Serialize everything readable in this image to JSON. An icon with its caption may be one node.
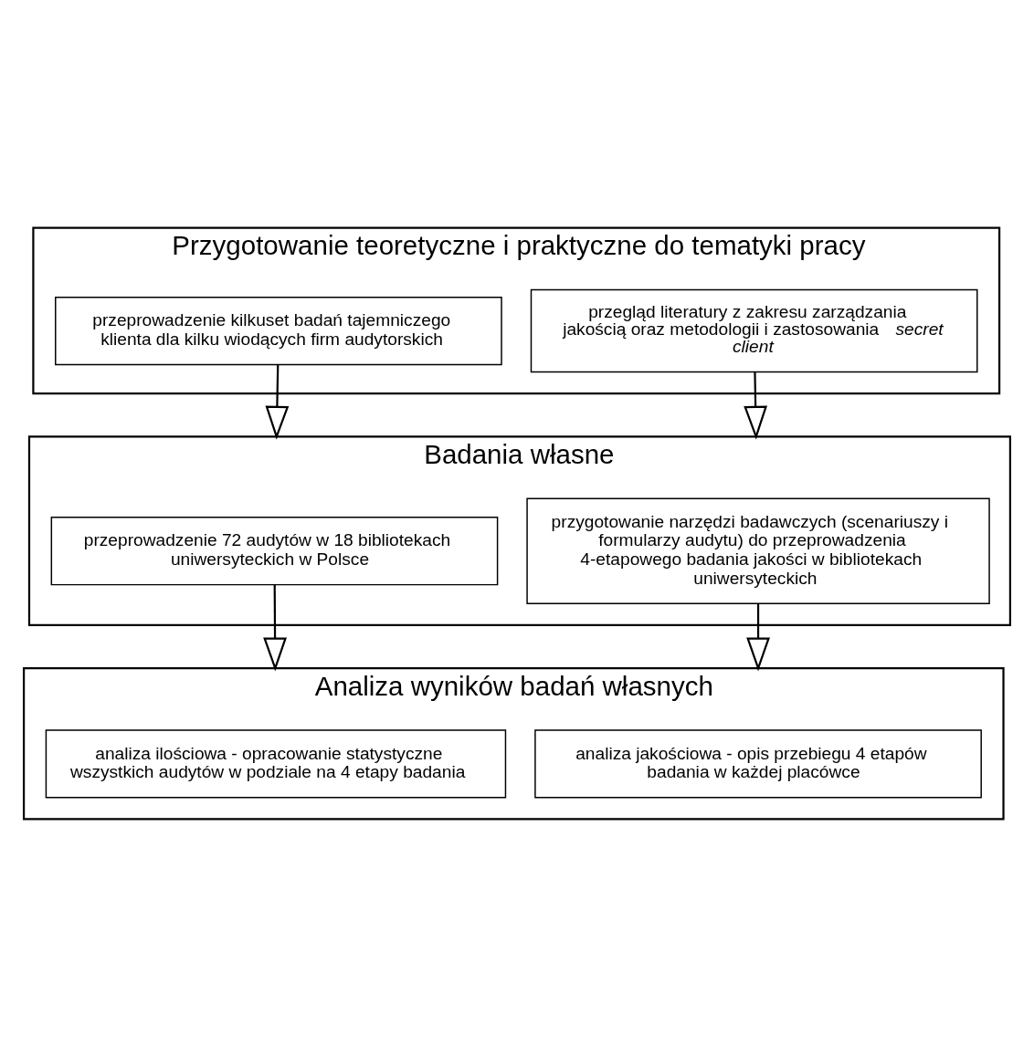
{
  "diagram": {
    "nodes": [
      {
        "text": [
          "Przygotowanie teoretyczne i praktyczne do tematyki pracy"
        ]
      },
      {
        "text": [
          "przegląd literatury z zakresu zarządzania jakością oraz metodologii i zastosowania *secret client*"
        ],
        "in": 0
      },
      {
        "text": [
          "przeprowadzenie kilkuset badań tajemniczego klienta dla kilku wiodących firm audytorskich"
        ],
        "in": 0
      },
      {
        "text": [
          "Badania własne"
        ]
      },
      {
        "text": [
          "przygotowanie narzędzi badawczych (scenariuszy i formularzy audytu) do przeprowadzenia 4-etapowego badania jakości w bibliotekach uniwersyteckich"
        ],
        "in": 3
      },
      {
        "text": [
          "przeprowadzenie 72 audytów w 18 bibliotekach uniwersyteckich w Polsce"
        ],
        "in": 3
      },
      {
        "text": [
          "Analiza wyników badań własnych"
        ]
      },
      {
        "text": [
          "analiza jakościowa - opis przebiegu 4 etapów badania w każdej placówce"
        ],
        "in": 6
      },
      {
        "text": [
          "analiza ilościowa - opracowanie statystyczne wszystkich audytów w podziale na 4 etapy badania"
        ],
        "in": 6
      }
    ],
    "edges": [
      {
        "from": 1,
        "to": 3,
        "arrow": "to"
      },
      {
        "from": 2,
        "to": 3,
        "arrow": "to"
      },
      {
        "from": 4,
        "to": 6,
        "arrow": "to"
      },
      {
        "from": 5,
        "to": 6,
        "arrow": "to"
      }
    ]
  }
}
